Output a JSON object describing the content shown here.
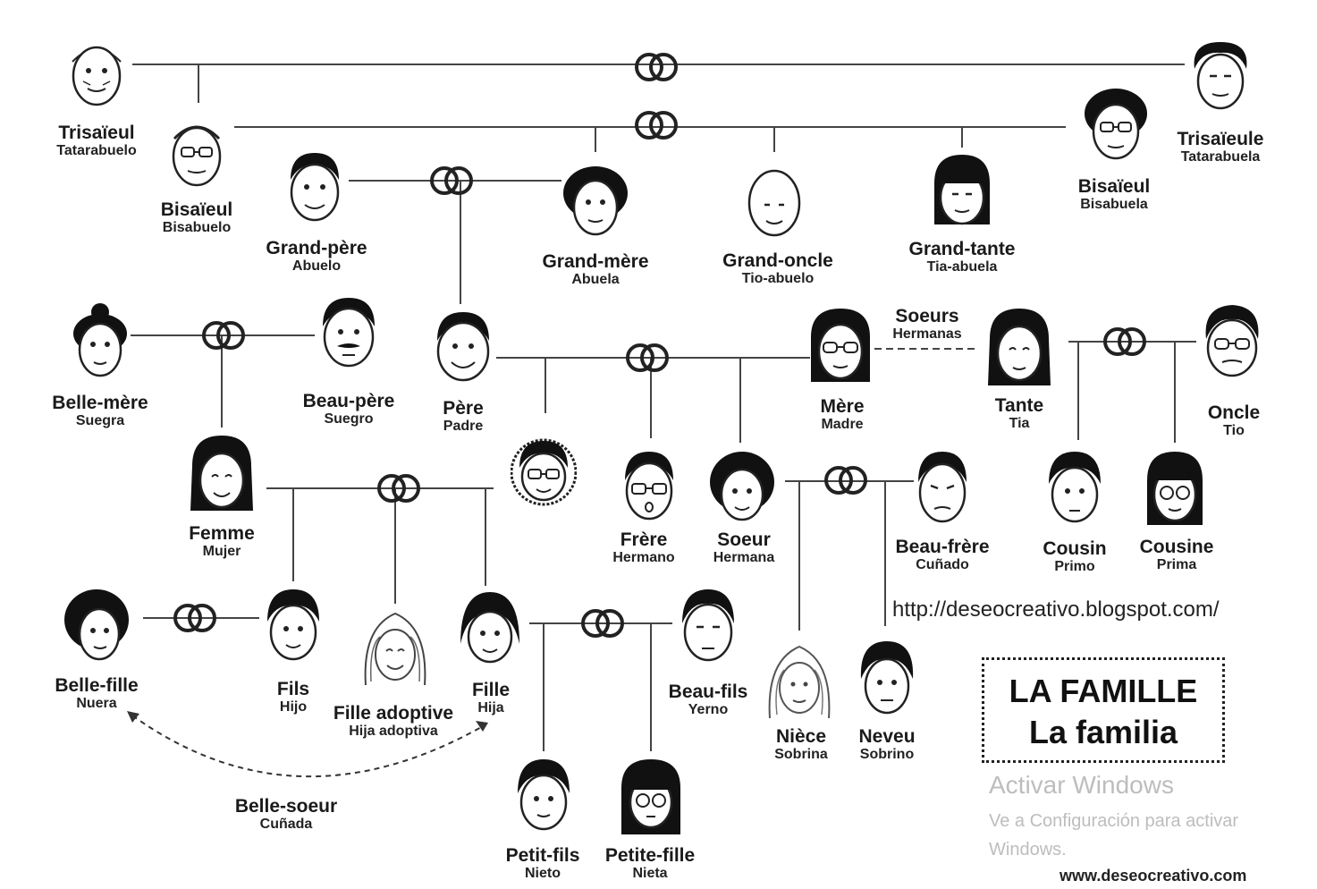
{
  "people": [
    {
      "id": "trisaieul",
      "fr": "Trisaïeul",
      "es": "Tatarabuelo",
      "hair": "bald"
    },
    {
      "id": "trisaieule",
      "fr": "Trisaïeule",
      "es": "Tatarabuela",
      "hair": "spiky"
    },
    {
      "id": "bisaieul",
      "fr": "Bisaïeul",
      "es": "Bisabuelo",
      "hair": "bald",
      "glasses": true
    },
    {
      "id": "bisaieule",
      "fr": "Bisaïeul",
      "es": "Bisabuela",
      "hair": "curly",
      "glasses": true
    },
    {
      "id": "grand-pere",
      "fr": "Grand-père",
      "es": "Abuelo",
      "hair": "short"
    },
    {
      "id": "grand-mere",
      "fr": "Grand-mère",
      "es": "Abuela",
      "hair": "curly"
    },
    {
      "id": "grand-oncle",
      "fr": "Grand-oncle",
      "es": "Tio-abuelo",
      "hair": "bald"
    },
    {
      "id": "grand-tante",
      "fr": "Grand-tante",
      "es": "Tia-abuela",
      "hair": "bob"
    },
    {
      "id": "belle-mere",
      "fr": "Belle-mère",
      "es": "Suegra",
      "hair": "bun"
    },
    {
      "id": "beau-pere",
      "fr": "Beau-père",
      "es": "Suegro",
      "hair": "short",
      "mustache": true
    },
    {
      "id": "pere",
      "fr": "Père",
      "es": "Padre",
      "hair": "short"
    },
    {
      "id": "mere",
      "fr": "Mère",
      "es": "Madre",
      "hair": "long",
      "glasses": true
    },
    {
      "id": "tante",
      "fr": "Tante",
      "es": "Tia",
      "hair": "long"
    },
    {
      "id": "oncle",
      "fr": "Oncle",
      "es": "Tio",
      "hair": "short",
      "glasses": true
    },
    {
      "id": "femme",
      "fr": "Femme",
      "es": "Mujer",
      "hair": "long"
    },
    {
      "id": "me",
      "fr": "",
      "es": "",
      "hair": "short",
      "glasses": true
    },
    {
      "id": "frere",
      "fr": "Frère",
      "es": "Hermano",
      "hair": "short",
      "glasses": true
    },
    {
      "id": "soeur",
      "fr": "Soeur",
      "es": "Hermana",
      "hair": "curly"
    },
    {
      "id": "beau-frere",
      "fr": "Beau-frère",
      "es": "Cuñado",
      "hair": "short"
    },
    {
      "id": "cousin",
      "fr": "Cousin",
      "es": "Primo",
      "hair": "short"
    },
    {
      "id": "cousine",
      "fr": "Cousine",
      "es": "Prima",
      "hair": "bob",
      "glasses": true
    },
    {
      "id": "belle-fille",
      "fr": "Belle-fille",
      "es": "Nuera",
      "hair": "curly"
    },
    {
      "id": "fils",
      "fr": "Fils",
      "es": "Hijo",
      "hair": "short"
    },
    {
      "id": "fille-adoptive",
      "fr": "Fille adoptive",
      "es": "Hija adoptiva",
      "hair": "wavy"
    },
    {
      "id": "fille",
      "fr": "Fille",
      "es": "Hija",
      "hair": "short"
    },
    {
      "id": "beau-fils",
      "fr": "Beau-fils",
      "es": "Yerno",
      "hair": "short"
    },
    {
      "id": "niece",
      "fr": "Nièce",
      "es": "Sobrina",
      "hair": "wavy"
    },
    {
      "id": "neveu",
      "fr": "Neveu",
      "es": "Sobrino",
      "hair": "short"
    },
    {
      "id": "petit-fils",
      "fr": "Petit-fils",
      "es": "Nieto",
      "hair": "short"
    },
    {
      "id": "petite-fille",
      "fr": "Petite-fille",
      "es": "Nieta",
      "hair": "long",
      "glasses": true
    }
  ],
  "sisters_link": {
    "fr": "Soeurs",
    "es": "Hermanas"
  },
  "sister_in_law": {
    "fr": "Belle-soeur",
    "es": "Cuñada"
  },
  "title": {
    "fr": "LA FAMILLE",
    "es": "La familia"
  },
  "url": "http://deseocreativo.blogspot.com/",
  "watermark": {
    "title": "Activar Windows",
    "subtitle": "Ve a Configuración para activar Windows."
  },
  "footer": "www.deseocreativo.com",
  "colors": {
    "ink": "#1a1a1a",
    "watermark": "#bdbdbd"
  }
}
